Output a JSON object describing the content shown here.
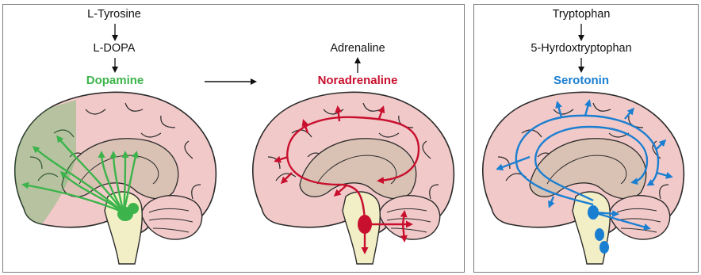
{
  "colors": {
    "dopamine": "#3cb44b",
    "noradrenaline": "#c8102e",
    "serotonin": "#1b7fd1",
    "cortex": "#f2c9c9",
    "inner": "#d9c2b4",
    "brainstem": "#f2efc7",
    "frame": "#7a7a7a"
  },
  "dopamine_panel": {
    "precursor_1": "L-Tyrosine",
    "precursor_2": "L-DOPA",
    "product": "Dopamine"
  },
  "noradrenaline_panel": {
    "derivative": "Adrenaline",
    "product": "Noradrenaline"
  },
  "serotonin_panel": {
    "precursor_1": "Tryptophan",
    "precursor_2": "5-Hyrdoxtryptophan",
    "product": "Serotonin"
  }
}
